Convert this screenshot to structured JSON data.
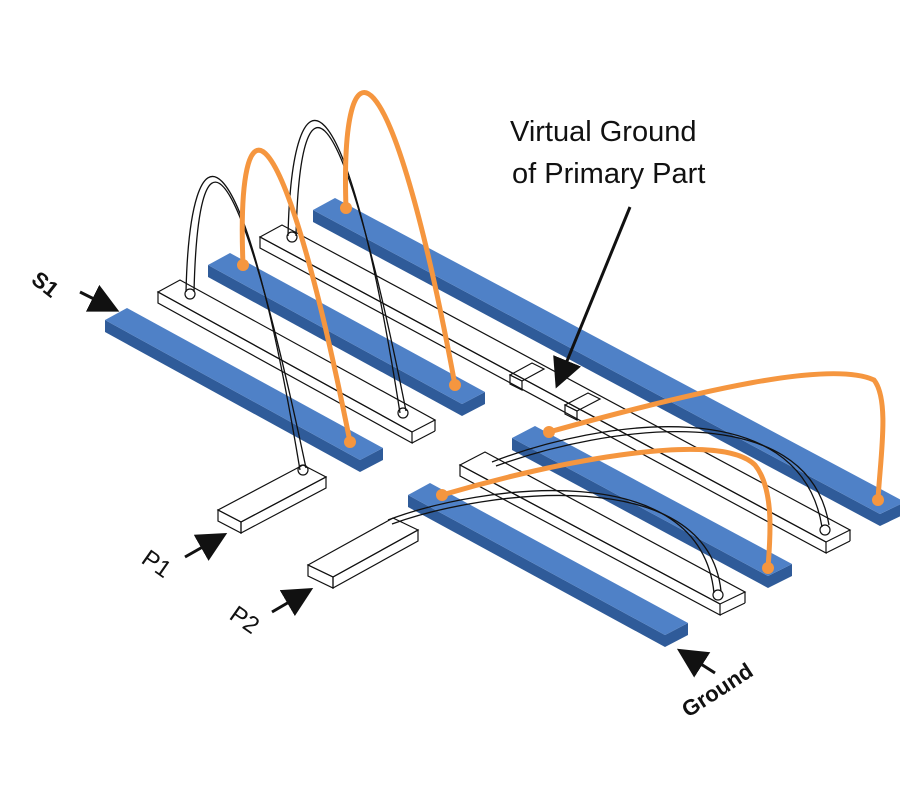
{
  "labels": {
    "virtual_ground_line1": "Virtual Ground",
    "virtual_ground_line2": "of Primary Part",
    "s1": "S1",
    "p1": "P1",
    "p2": "P2",
    "ground": "Ground"
  },
  "colors": {
    "conductor_top": "#4f81c7",
    "conductor_side": "#2f5b99",
    "wire_orange": "#f5963f",
    "outline": "#111111"
  }
}
